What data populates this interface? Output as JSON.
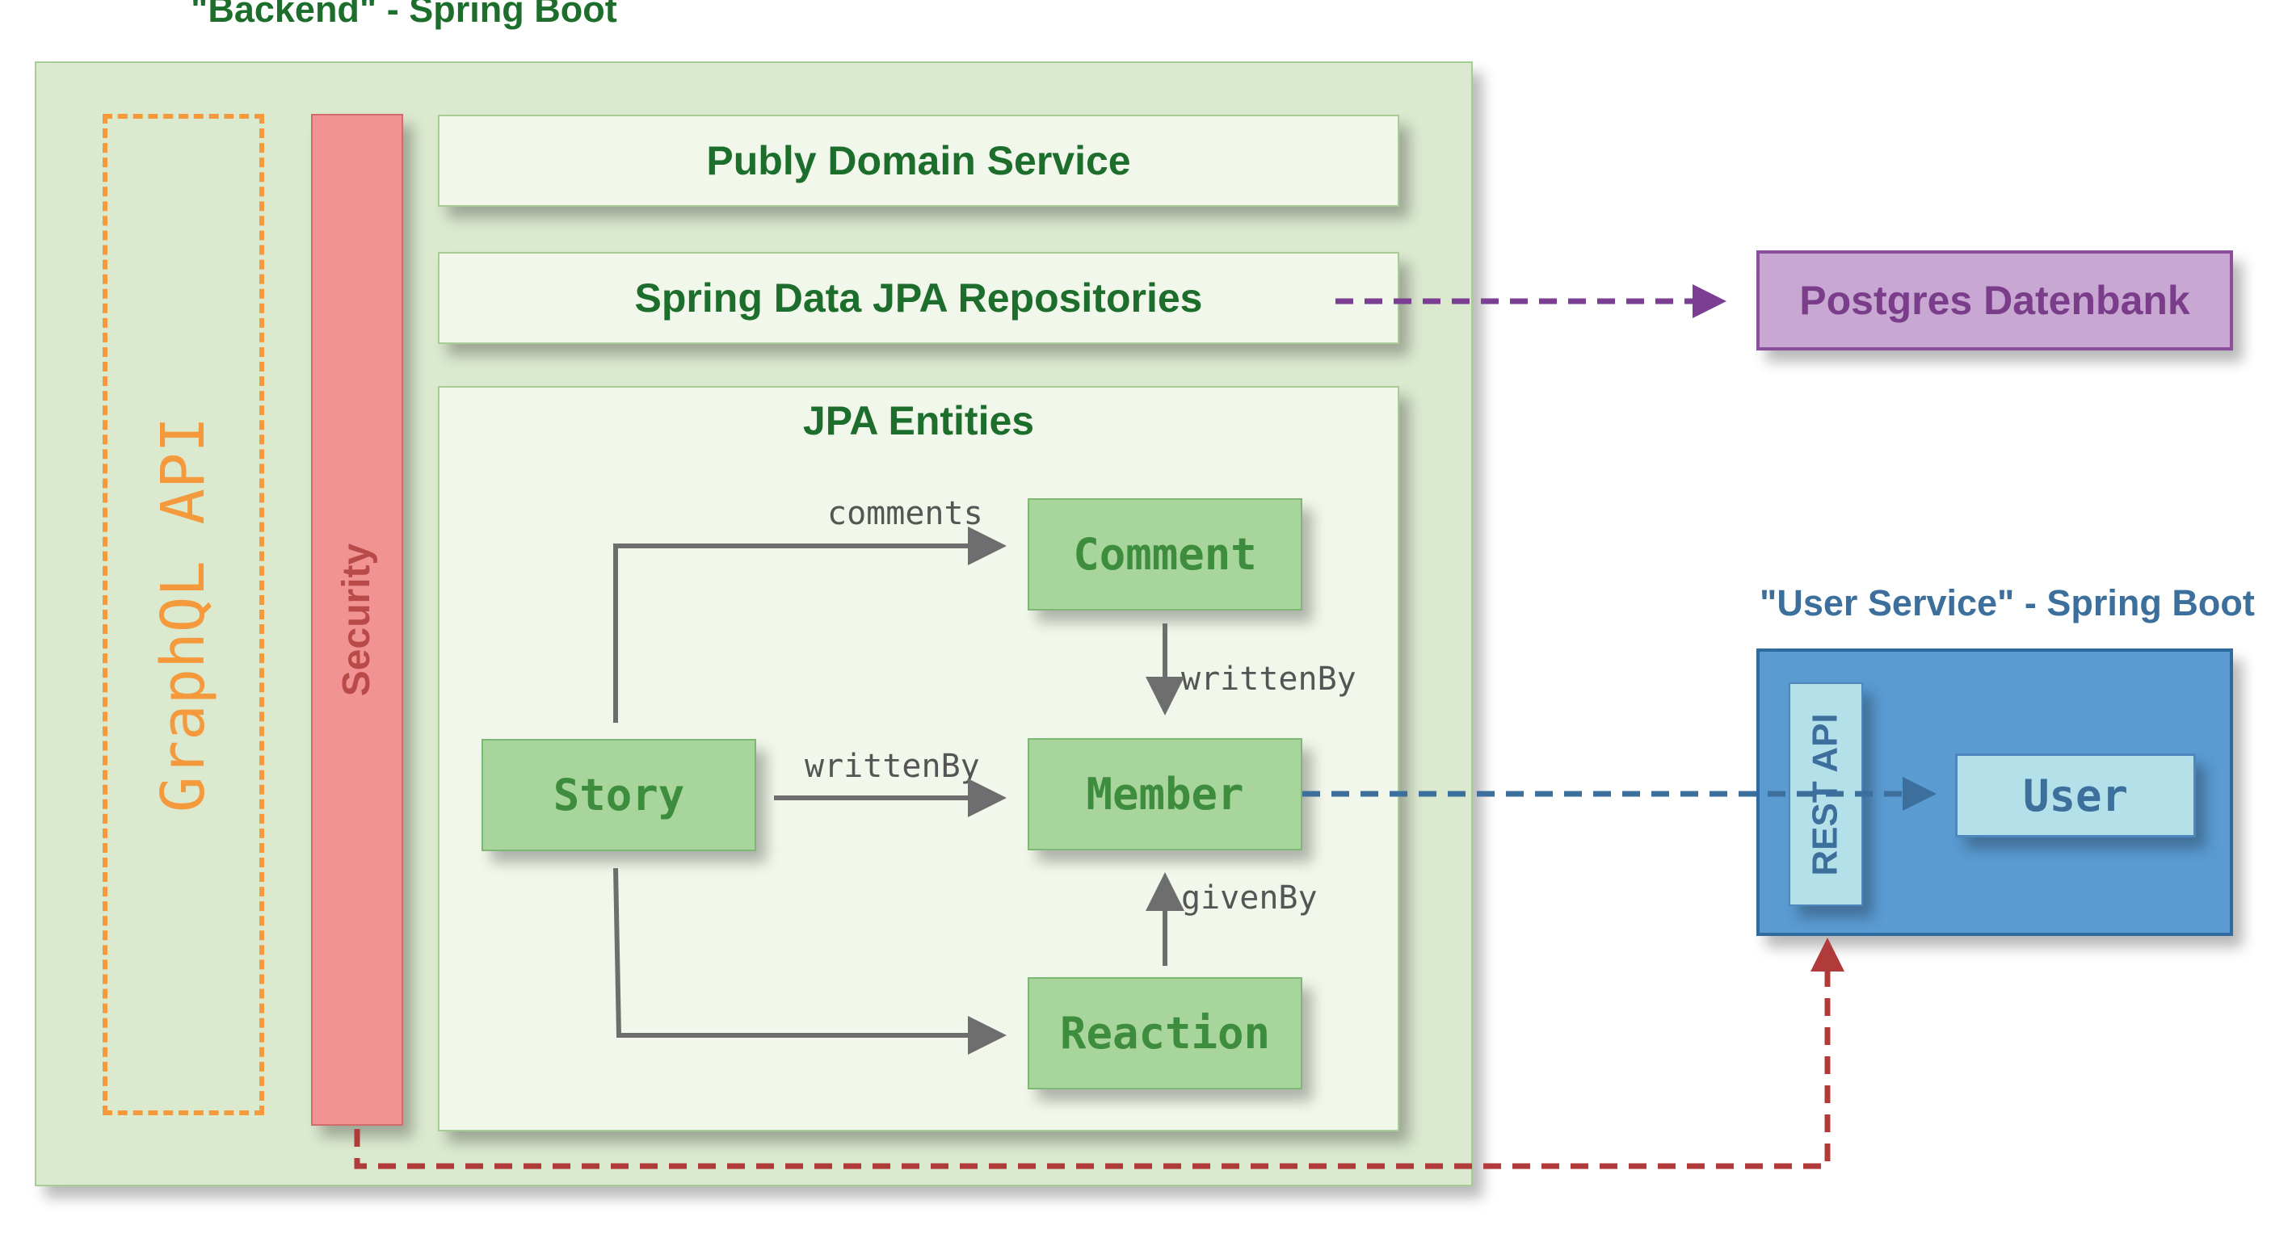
{
  "backend": {
    "title": "\"Backend\" - Spring Boot",
    "graphql_label": "GraphQL API",
    "security_label": "Security",
    "domain_service_label": "Publy Domain Service",
    "repositories_label": "Spring Data JPA Repositories",
    "entities": {
      "title": "JPA Entities",
      "nodes": {
        "story": "Story",
        "comment": "Comment",
        "member": "Member",
        "reaction": "Reaction"
      },
      "edges": {
        "comments": "comments",
        "written_by_story": "writtenBy",
        "written_by_comment": "writtenBy",
        "given_by": "givenBy"
      }
    }
  },
  "database": {
    "label": "Postgres Datenbank"
  },
  "user_service": {
    "title": "\"User Service\" - Spring Boot",
    "rest_api_label": "REST API",
    "user_label": "User"
  },
  "colors": {
    "backend_fill": "#dbe9cf",
    "backend_border": "#a9cc96",
    "dark_green_text": "#1d6e2c",
    "light_green_fill": "#f1f7ea",
    "entity_fill": "#a8d59c",
    "entity_text": "#3e8d3e",
    "graphql_orange": "#f59a3c",
    "security_red": "#f19393",
    "postgres_fill": "#c9a7d3",
    "postgres_border": "#8c4f9c",
    "postgres_text": "#7a3d8a",
    "user_service_blue": "#5a9bd2",
    "user_service_title": "#3d6f9c",
    "rest_api_fill": "#b3e0e9",
    "arrow_gray": "#6e6e6e",
    "arrow_purple": "#7b3e93",
    "arrow_blue": "#3d6f9c",
    "arrow_red": "#b13b3b"
  }
}
